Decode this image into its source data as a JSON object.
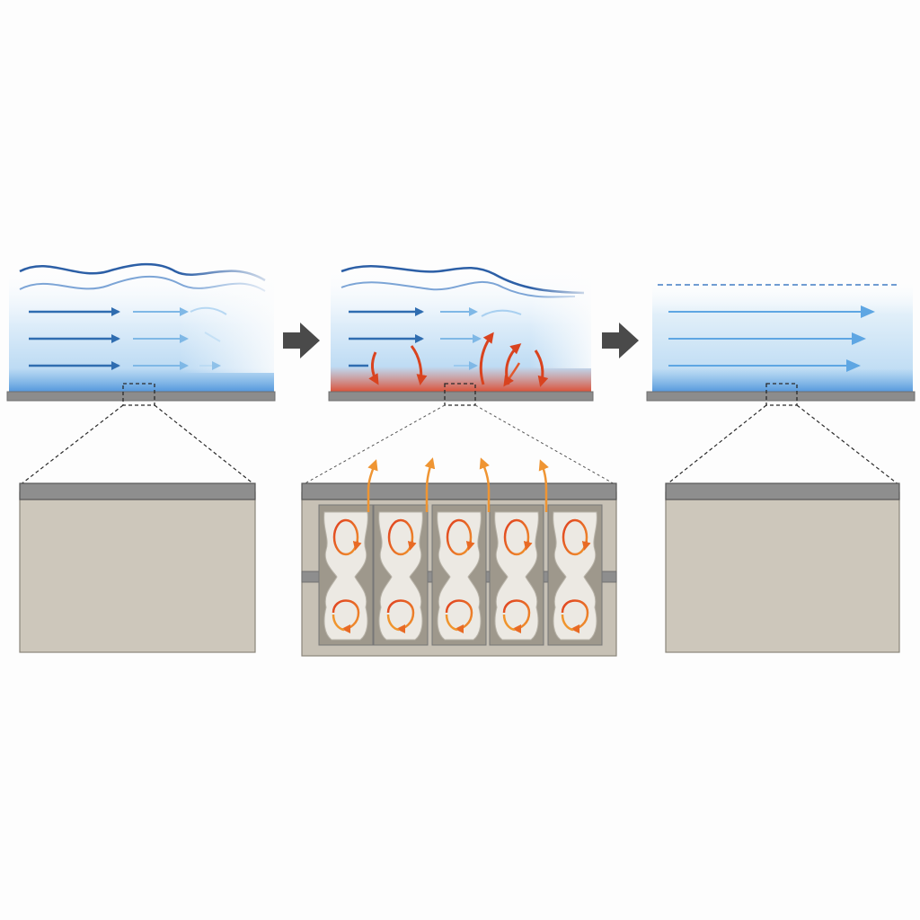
{
  "diagram": {
    "stages": [
      {
        "id": "stage-1",
        "state": "wavy flow over smooth wall"
      },
      {
        "id": "stage-2",
        "state": "porous wall with internal vortices and ejection"
      },
      {
        "id": "stage-3",
        "state": "straight uniform flow over smooth wall"
      }
    ],
    "colors": {
      "flow_blue_dark": "#2f6db0",
      "flow_blue_light": "#8cc3ec",
      "water_fill": "#d6e9f8",
      "wall_gray": "#8a8a8a",
      "wall_cross_section": "#cdc7bb",
      "hot_red": "#e0401f",
      "warm_orange": "#f0952d",
      "transition_arrow": "#4a4a4a"
    },
    "icons": [
      "right-arrow-icon",
      "flow-arrow-icon",
      "vortex-icon"
    ]
  }
}
